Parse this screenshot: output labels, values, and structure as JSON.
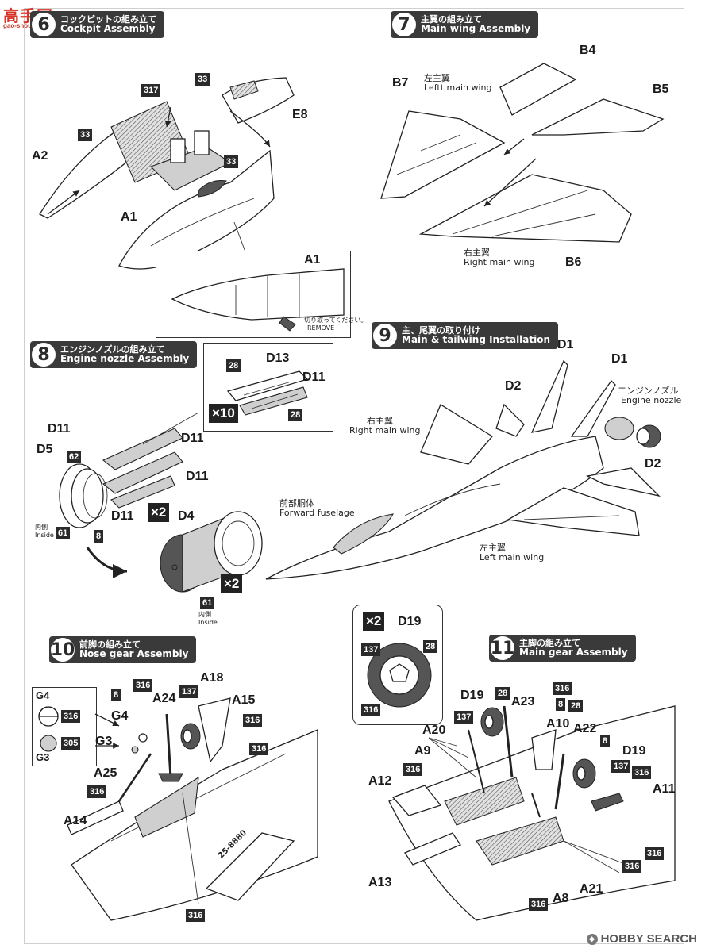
{
  "site_logo": {
    "main": "高手网",
    "sub": "gao-shou.com"
  },
  "watermark": {
    "text": "HOBBY SEARCH",
    "symbol": "❖"
  },
  "step6": {
    "number": "6",
    "title_jp": "コックピットの組み立て",
    "title_en": "Cockpit Assembly",
    "parts": [
      "A2",
      "A1",
      "E8",
      "317",
      "33",
      "33",
      "33"
    ],
    "detail": {
      "part": "A1",
      "note_jp": "切り取ってください。",
      "note_en": "REMOVE"
    }
  },
  "step7": {
    "number": "7",
    "title_jp": "主翼の組み立て",
    "title_en": "Main wing Assembly",
    "parts": [
      "B4",
      "B5",
      "B7",
      "B6"
    ],
    "left_wing": {
      "jp": "左主翼",
      "en": "Leftt main wing"
    },
    "right_wing": {
      "jp": "右主翼",
      "en": "Right main wing"
    }
  },
  "step8": {
    "number": "8",
    "title_jp": "エンジンノズルの組み立て",
    "title_en": "Engine nozzle Assembly",
    "parts": [
      "D11",
      "D11",
      "D11",
      "D11",
      "D5",
      "D4",
      "D13",
      "D11"
    ],
    "refs": [
      "62",
      "61",
      "8",
      "61",
      "28",
      "28"
    ],
    "multipliers": [
      "×10",
      "×2",
      "×2"
    ],
    "inside": {
      "jp": "内側",
      "en": "Inside"
    }
  },
  "step9": {
    "number": "9",
    "title_jp": "主、尾翼の取り付け",
    "title_en": "Main & tailwing Installation",
    "parts": [
      "D1",
      "D1",
      "D2",
      "D2"
    ],
    "right_wing": {
      "jp": "右主翼",
      "en": "Right main wing"
    },
    "left_wing": {
      "jp": "左主翼",
      "en": "Left main wing"
    },
    "fuselage": {
      "jp": "前部胴体",
      "en": "Forward fuselage"
    },
    "nozzle": {
      "jp": "エンジンノズル",
      "en": "Engine nozzle"
    }
  },
  "wheel_detail": {
    "multiplier": "×2",
    "part": "D19",
    "refs": [
      "28",
      "137",
      "316"
    ]
  },
  "step10": {
    "number": "10",
    "title_jp": "前脚の組み立て",
    "title_en": "Nose gear Assembly",
    "parts": [
      "A18",
      "A24",
      "A15",
      "G4",
      "G3",
      "A25",
      "A14",
      "G4",
      "G3"
    ],
    "refs": [
      "316",
      "8",
      "137",
      "316",
      "316",
      "316",
      "316",
      "305",
      "316"
    ],
    "fuselage_number": "25-8880"
  },
  "step11": {
    "number": "11",
    "title_jp": "主脚の組み立て",
    "title_en": "Main gear Assembly",
    "parts": [
      "D19",
      "A23",
      "A10",
      "A22",
      "D19",
      "A20",
      "A9",
      "A12",
      "A11",
      "A13",
      "A8",
      "A21"
    ],
    "refs": [
      "316",
      "28",
      "8",
      "28",
      "137",
      "8",
      "137",
      "316",
      "316",
      "316",
      "316",
      "316"
    ]
  }
}
